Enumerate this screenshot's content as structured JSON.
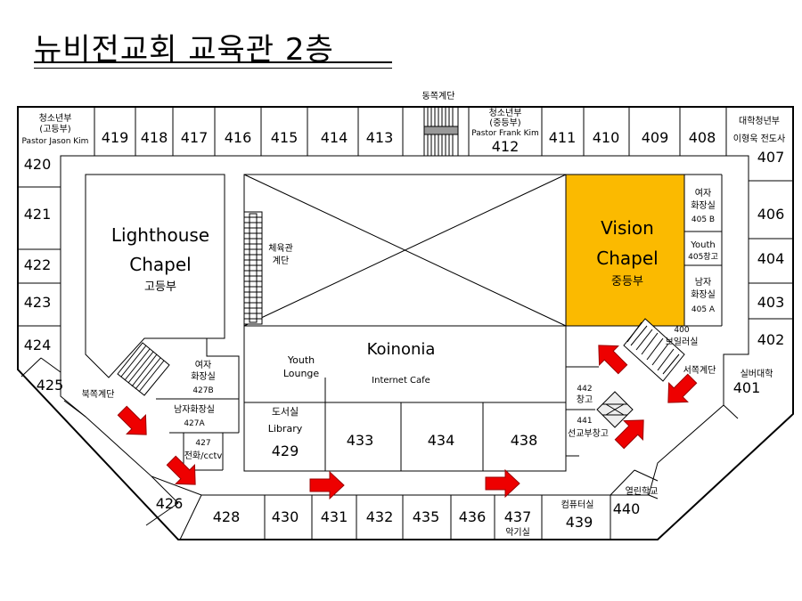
{
  "title": "뉴비전교회 교육관 2층",
  "colors": {
    "vision": "#FBBA00",
    "arrow": "#EE0000",
    "line": "#000000",
    "bg": "#FFFFFF"
  },
  "labels": {
    "east_stairs": "동쪽계단",
    "youth_ministry": "청소년부",
    "hs_paren": "(고등부)",
    "ms_paren": "(중등부)",
    "pastor_jason": "Pastor Jason Kim",
    "pastor_frank": "Pastor Frank Kim",
    "college_ministry": "대학청년부",
    "college_pastor": "이형욱 전도사",
    "lighthouse1": "Lighthouse",
    "lighthouse2": "Chapel",
    "lighthouse_kr": "고등부",
    "gym_stairs1": "체육관",
    "gym_stairs2": "계단",
    "vision1": "Vision",
    "vision2": "Chapel",
    "vision_kr": "중등부",
    "women_rr1": "여자",
    "women_rr2": "화장실",
    "r405b": "405 B",
    "youth_label": "Youth",
    "r405_storage": "405창고",
    "men_rr1": "남자",
    "men_rr2": "화장실",
    "r405a": "405 A",
    "r400": "400",
    "boiler": "보일러실",
    "west_stairs": "서쪽계단",
    "silver_college": "실버대학",
    "koinonia": "Koinonia",
    "internet_cafe": "Internet Cafe",
    "youth_lounge1": "Youth",
    "youth_lounge2": "Lounge",
    "north_stairs": "북쪽계단",
    "r427b": "427B",
    "men_rr427": "남자화장실",
    "r427a": "427A",
    "r427": "427",
    "phone_cctv": "전화/cctv",
    "library_kr": "도서실",
    "library_en": "Library",
    "r442": "442",
    "storage": "창고",
    "r441": "441",
    "mission_storage": "선교부창고",
    "music_room": "악기실",
    "computer_room": "컴퓨터실",
    "open_school": "열린학교"
  },
  "rooms": {
    "r401": "401",
    "r402": "402",
    "r403": "403",
    "r404": "404",
    "r406": "406",
    "r407": "407",
    "r408": "408",
    "r409": "409",
    "r410": "410",
    "r411": "411",
    "r412": "412",
    "r413": "413",
    "r414": "414",
    "r415": "415",
    "r416": "416",
    "r417": "417",
    "r418": "418",
    "r419": "419",
    "r420": "420",
    "r421": "421",
    "r422": "422",
    "r423": "423",
    "r424": "424",
    "r425": "425",
    "r426": "426",
    "r428": "428",
    "r429": "429",
    "r430": "430",
    "r431": "431",
    "r432": "432",
    "r433": "433",
    "r434": "434",
    "r435": "435",
    "r436": "436",
    "r437": "437",
    "r438": "438",
    "r439": "439",
    "r440": "440"
  }
}
